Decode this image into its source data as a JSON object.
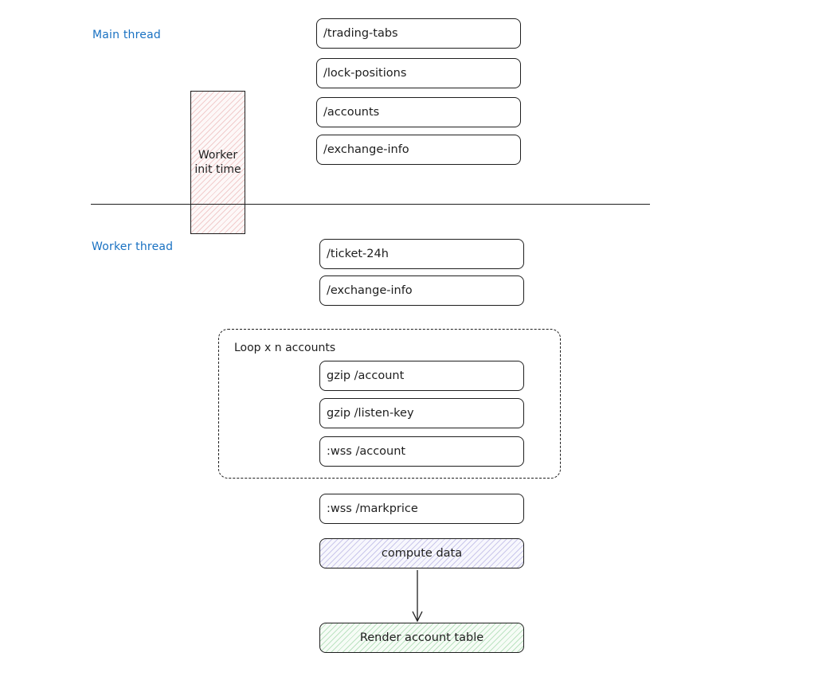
{
  "main_thread": {
    "label": "Main thread",
    "requests": [
      "/trading-tabs",
      "/lock-positions",
      "/accounts",
      "/exchange-info"
    ]
  },
  "worker_init": {
    "label": "Worker\ninit time"
  },
  "worker_thread": {
    "label": "Worker thread",
    "requests": [
      "/ticket-24h",
      "/exchange-info"
    ],
    "loop": {
      "label": "Loop x n accounts",
      "steps": [
        "gzip /account",
        "gzip /listen-key",
        ":wss /account"
      ]
    },
    "after_loop": [
      ":wss /markprice"
    ],
    "compute": "compute data",
    "render": "Render account table"
  },
  "colors": {
    "section_label": "#1971c2",
    "stroke": "#1e1e1e",
    "worker_init_hatch": "#e6a0a0",
    "compute_hatch": "#a5a0dc",
    "render_hatch": "#8ccd96"
  }
}
